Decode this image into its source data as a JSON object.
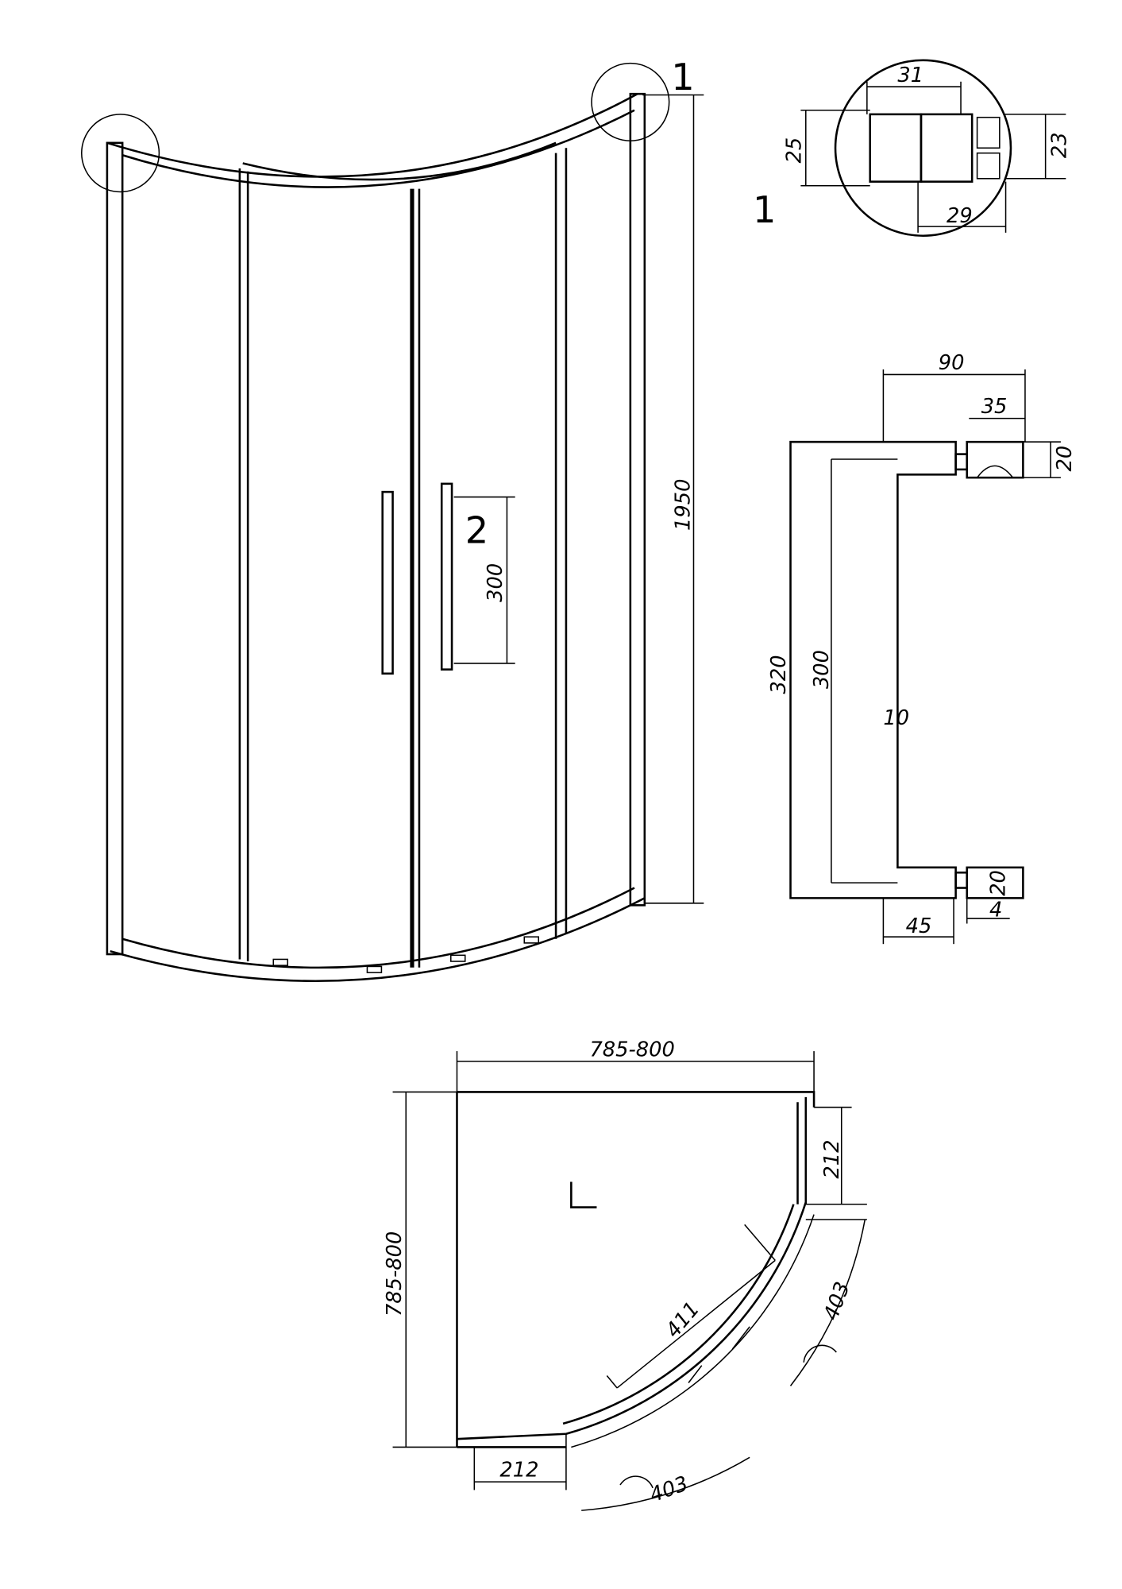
{
  "shower_view": {
    "detail_ref_1": "1",
    "detail_ref_2": "2",
    "height_dim": "1950",
    "handle_dim": "300"
  },
  "profile_detail": {
    "ref": "1",
    "width_top": "31",
    "height_left": "25",
    "height_right": "23",
    "width_bottom": "29"
  },
  "handle_detail": {
    "width": "90",
    "mount_width": "35",
    "mount_height_top": "20",
    "outer_length": "320",
    "inner_length": "300",
    "thickness": "10",
    "mount_height_bottom": "20",
    "gap": "4",
    "depth": "45"
  },
  "plan_view": {
    "width_dim": "785-800",
    "depth_dim": "785-800",
    "fixed_panel_right": "212",
    "fixed_panel_bottom": "212",
    "door_radius": "411",
    "door_opening_right": "403",
    "door_opening_bottom": "403"
  }
}
